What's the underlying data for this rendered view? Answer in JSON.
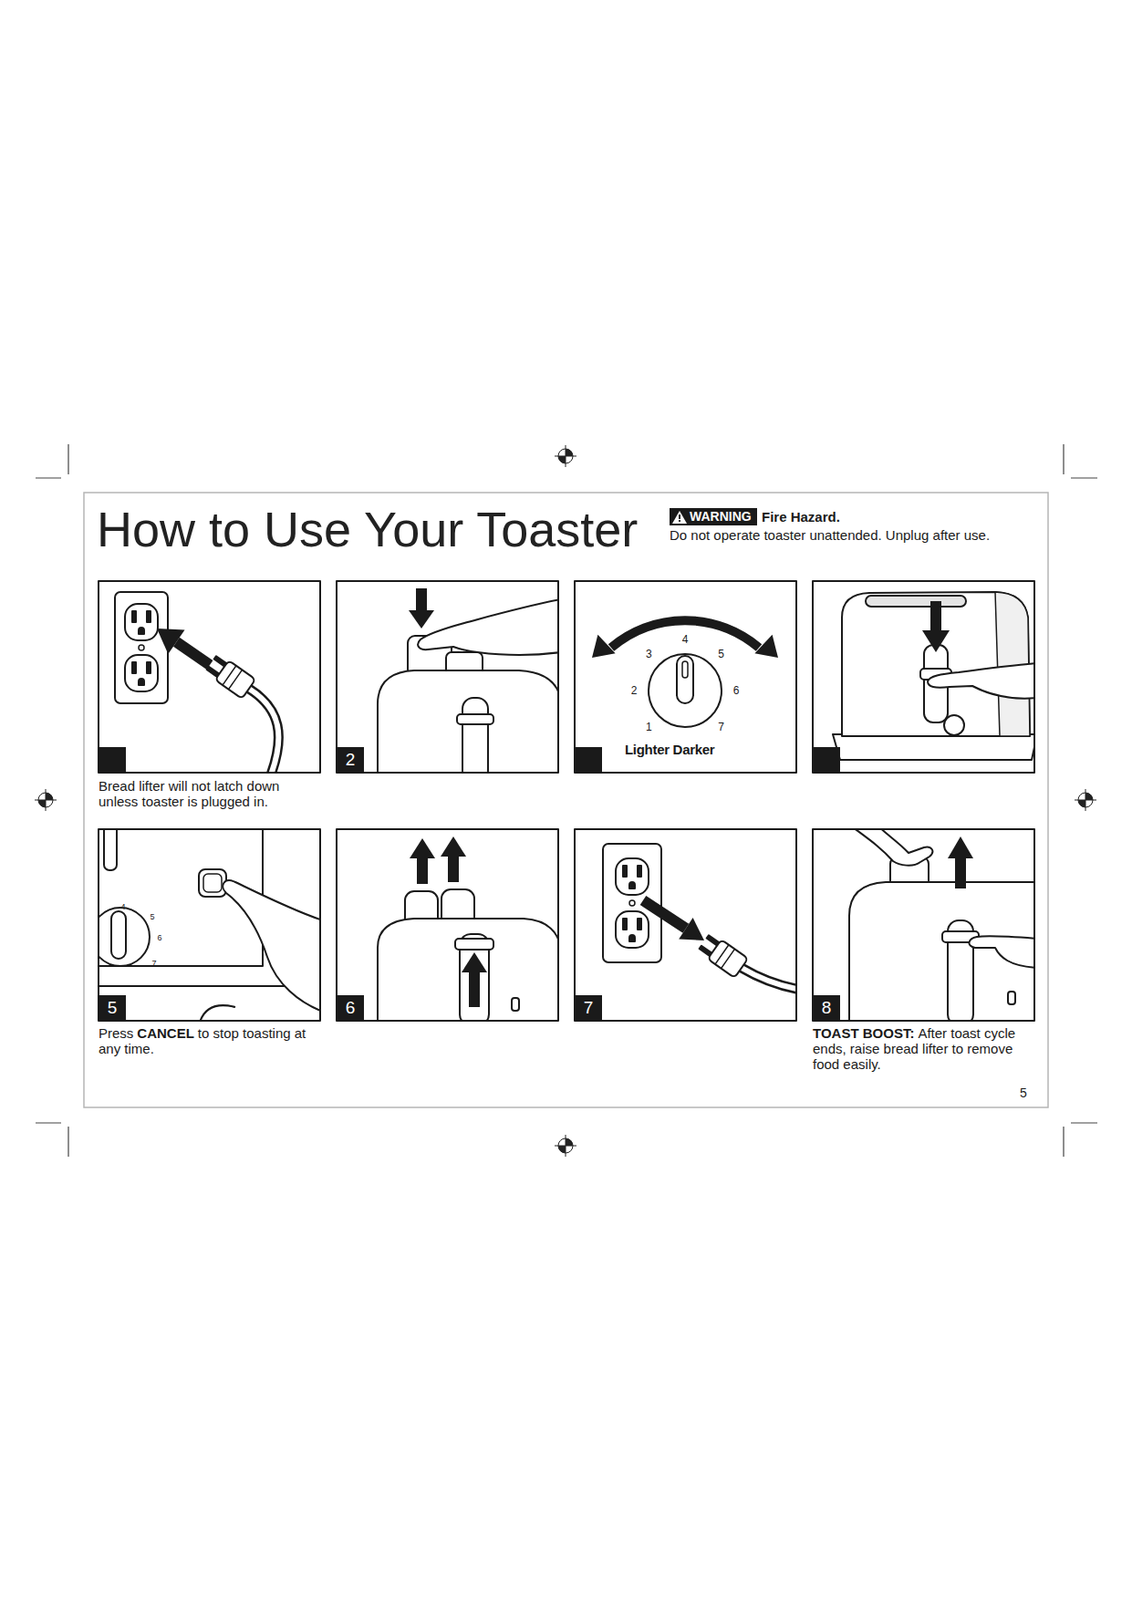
{
  "diagram": {
    "title": "How to Use Your Toaster",
    "labels": [
      "WARNING",
      "Fire Hazard.",
      "Do not operate toaster unattended. Unplug after use.",
      "2",
      "1",
      "2",
      "3",
      "4",
      "5",
      "6",
      "7",
      "Lighter Darker",
      "Bread lifter will not latch down unless toaster is plugged in.",
      "4",
      "5",
      "6",
      "7",
      "5",
      "6",
      "7",
      "8",
      "Press",
      "CANCEL",
      "to stop toasting at any time.",
      "TOAST BOOST:",
      "After toast cycle ends, raise bread lifter to remove food easily.",
      "5"
    ]
  }
}
